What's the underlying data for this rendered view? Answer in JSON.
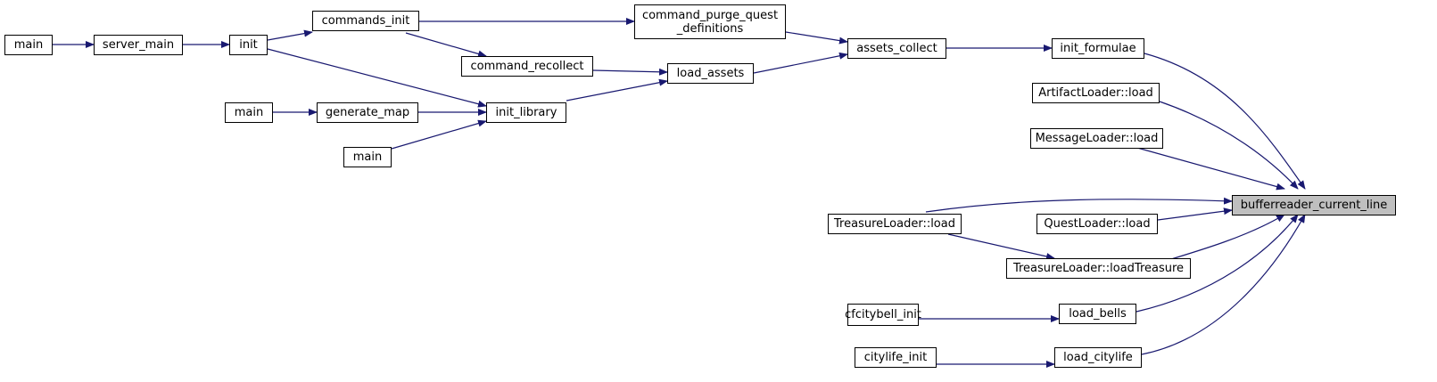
{
  "colors": {
    "edge": "#191970",
    "focus_fill": "#bfbfbf",
    "border": "#000000"
  },
  "nodes": {
    "main_a": "main",
    "server_main": "server_main",
    "init": "init",
    "commands_init": "commands_init",
    "command_purge_quest_definitions": "command_purge_quest\n_definitions",
    "command_recollect": "command_recollect",
    "load_assets": "load_assets",
    "assets_collect": "assets_collect",
    "init_formulae": "init_formulae",
    "main_b": "main",
    "generate_map": "generate_map",
    "init_library": "init_library",
    "main_c": "main",
    "artifactloader_load": "ArtifactLoader::load",
    "messageloader_load": "MessageLoader::load",
    "bufferreader_current_line": "bufferreader_current_line",
    "treasureloader_load": "TreasureLoader::load",
    "questloader_load": "QuestLoader::load",
    "treasureloader_loadtreasure": "TreasureLoader::loadTreasure",
    "cfcitybell_init": "cfcitybell_init",
    "load_bells": "load_bells",
    "citylife_init": "citylife_init",
    "load_citylife": "load_citylife"
  }
}
